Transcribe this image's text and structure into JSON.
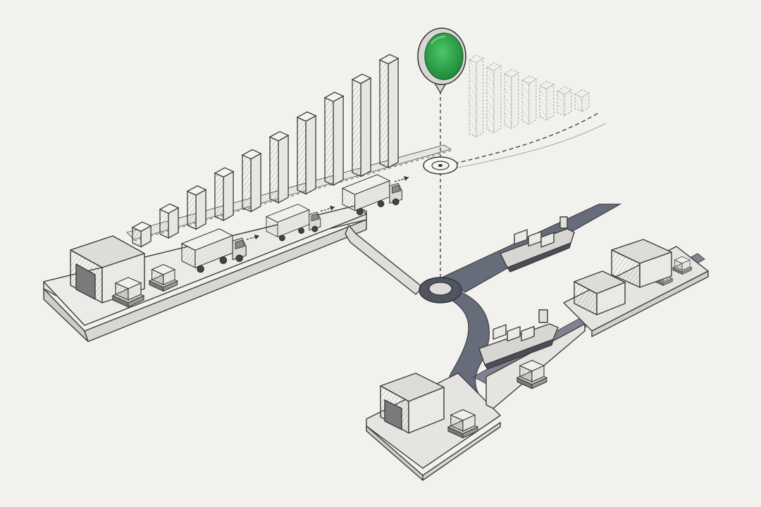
{
  "colors": {
    "paper": "#f3f1ed",
    "ink": "#3d3d3d",
    "water": "#5b6170",
    "marker_green": "#2fa84a"
  },
  "icons": [
    "warehouse-icon",
    "truck-icon",
    "cargo-ship-icon",
    "pallet-icon",
    "map-pin-icon",
    "roundabout-icon",
    "bar-chart"
  ],
  "chart_data": {
    "type": "bar",
    "solid_values": [
      1,
      1.6,
      2.2,
      2.8,
      3.4,
      4.0,
      4.7,
      5.4,
      6.0,
      6.7
    ],
    "projected_values": [
      6.2,
      5.2,
      4.3,
      3.4,
      2.6,
      1.8,
      1.2
    ],
    "marker": "green-map-pin",
    "grid": false
  },
  "scene": {
    "warehouses": [
      "main-warehouse",
      "port-warehouse-1",
      "port-warehouse-2",
      "port-warehouse-3"
    ],
    "trucks": 3,
    "ships": 2,
    "pallets": 6
  }
}
